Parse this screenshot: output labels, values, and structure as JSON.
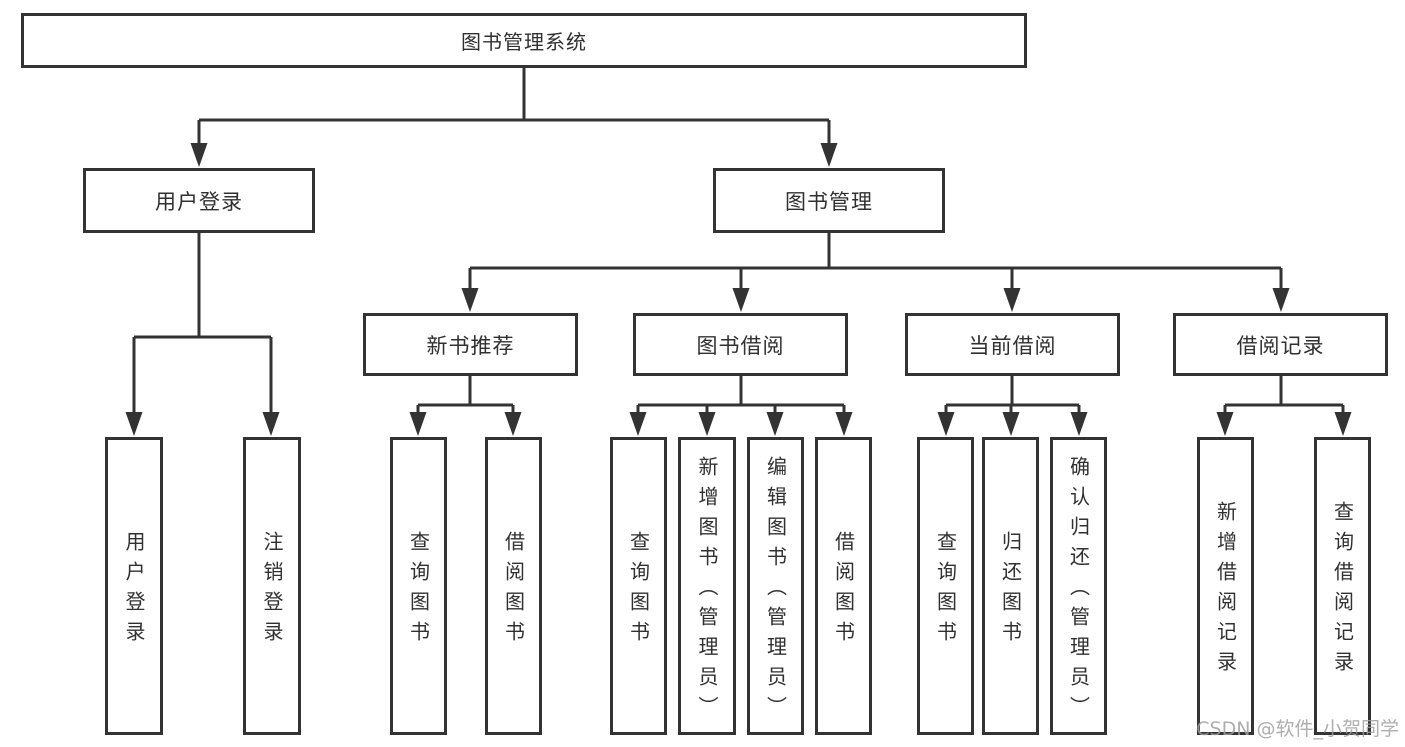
{
  "diagram": {
    "root": {
      "label": "图书管理系统",
      "children": [
        {
          "label": "用户登录",
          "children": [
            {
              "label": "用户登录"
            },
            {
              "label": "注销登录"
            }
          ]
        },
        {
          "label": "图书管理",
          "children": [
            {
              "label": "新书推荐",
              "children": [
                {
                  "label": "查询图书"
                },
                {
                  "label": "借阅图书"
                }
              ]
            },
            {
              "label": "图书借阅",
              "children": [
                {
                  "label": "查询图书"
                },
                {
                  "label": "新增图书（管理员）"
                },
                {
                  "label": "编辑图书（管理员）"
                },
                {
                  "label": "借阅图书"
                }
              ]
            },
            {
              "label": "当前借阅",
              "children": [
                {
                  "label": "查询图书"
                },
                {
                  "label": "归还图书"
                },
                {
                  "label": "确认归还（管理员）"
                }
              ]
            },
            {
              "label": "借阅记录",
              "children": [
                {
                  "label": "新增借阅记录"
                },
                {
                  "label": "查询借阅记录"
                }
              ]
            }
          ]
        }
      ]
    }
  },
  "watermark": {
    "text": "CSDN @软件_小贺同学"
  },
  "colors": {
    "line": "#333333",
    "box_border": "#333333",
    "text": "#303030",
    "watermark": "#a0a0a0",
    "background": "#ffffff"
  }
}
